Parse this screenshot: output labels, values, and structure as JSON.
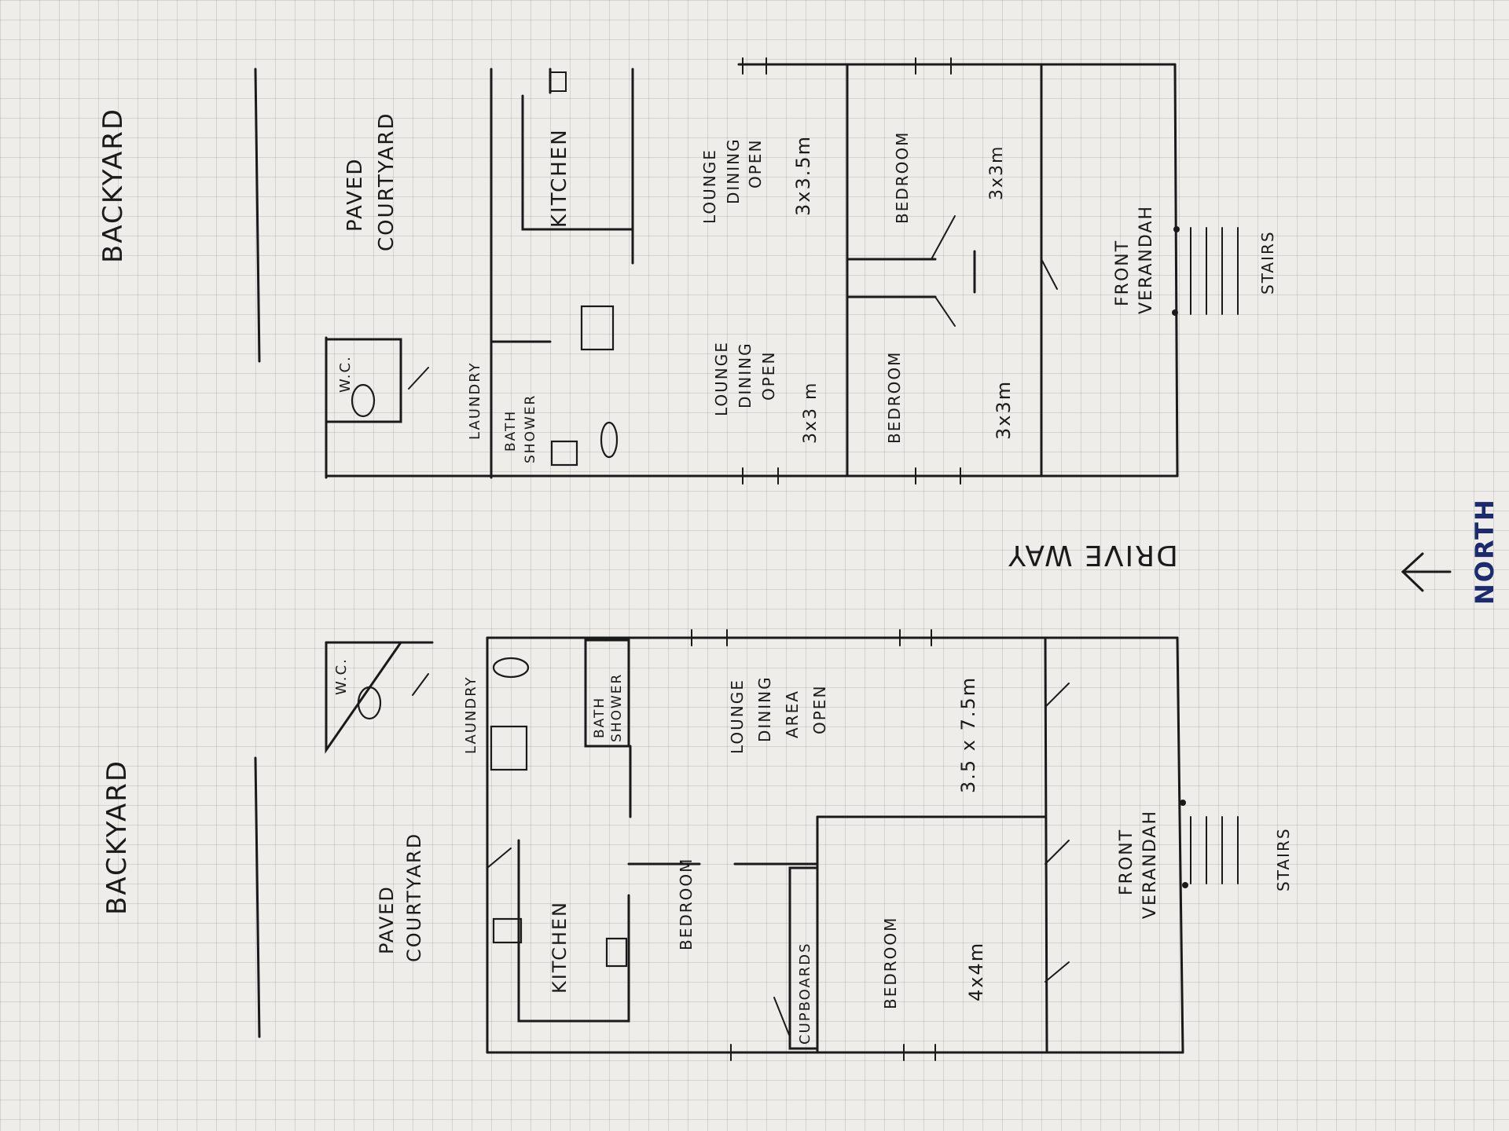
{
  "upper_plan": {
    "backyard": "BACKYARD",
    "paved_courtyard": [
      "PAVED",
      "COURTYARD"
    ],
    "wc": "W.C.",
    "laundry": "LAUNDRY",
    "bath_shower": [
      "BATH",
      "SHOWER"
    ],
    "kitchen": "KITCHEN",
    "lounge_1": [
      "LOUNGE",
      "DINING",
      "OPEN"
    ],
    "lounge_1_size": "3x3 m",
    "lounge_2": [
      "LOUNGE",
      "DINING",
      "OPEN"
    ],
    "lounge_2_size": "3x3.5m",
    "bedroom_1": "BEDROOM",
    "bedroom_1_size": "3x3m",
    "bedroom_2": "BEDROOM",
    "bedroom_2_size": "3x3m",
    "front_verandah": [
      "FRONT",
      "VERANDAH"
    ],
    "stairs": "STAIRS"
  },
  "lower_plan": {
    "backyard": "BACKYARD",
    "paved_courtyard": [
      "PAVED",
      "COURTYARD"
    ],
    "wc": "W.C.",
    "laundry": "LAUNDRY",
    "bath_shower": [
      "BATH",
      "SHOWER"
    ],
    "kitchen": "KITCHEN",
    "lounge": [
      "LOUNGE",
      "DINING",
      "AREA",
      "OPEN"
    ],
    "lounge_size": "3.5 x 7.5m",
    "bedroom_1": "BEDROOM",
    "bedroom_2": "BEDROOM",
    "bedroom_2_size": "4x4m",
    "cupboards": "CUPBOARDS",
    "front_verandah": [
      "FRONT",
      "VERANDAH"
    ],
    "stairs": "STAIRS"
  },
  "drive_way": "DRIVE WAY",
  "north": "NORTH",
  "colors": {
    "ink": "#1a1a1a",
    "north_ink": "#1c2a6e",
    "paper": "#eeede9"
  }
}
